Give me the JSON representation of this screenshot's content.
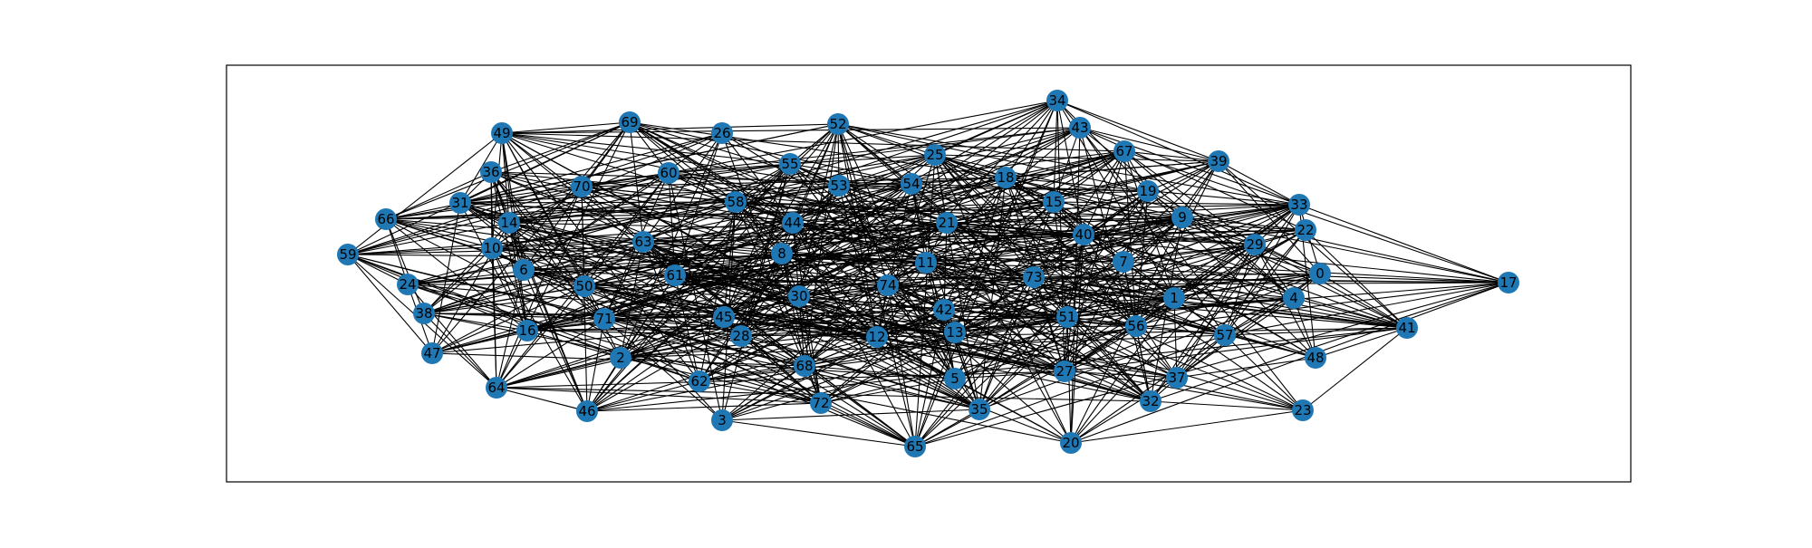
{
  "graph": {
    "node_color": "#1f77b4",
    "edge_color": "#000000",
    "frame_color": "#000000",
    "background": "#ffffff",
    "node_labels": [
      "0",
      "1",
      "2",
      "3",
      "4",
      "5",
      "6",
      "7",
      "8",
      "9",
      "10",
      "11",
      "12",
      "13",
      "14",
      "15",
      "16",
      "17",
      "18",
      "19",
      "20",
      "21",
      "22",
      "23",
      "24",
      "25",
      "26",
      "27",
      "28",
      "29",
      "30",
      "31",
      "32",
      "33",
      "34",
      "35",
      "36",
      "37",
      "38",
      "39",
      "40",
      "41",
      "42",
      "43",
      "44",
      "45",
      "46",
      "47",
      "48",
      "49",
      "50",
      "51",
      "52",
      "53",
      "54",
      "55",
      "56",
      "57",
      "58",
      "59",
      "60",
      "61",
      "62",
      "63",
      "64",
      "65",
      "66",
      "67",
      "68",
      "69",
      "70",
      "71",
      "72",
      "73",
      "74"
    ]
  }
}
